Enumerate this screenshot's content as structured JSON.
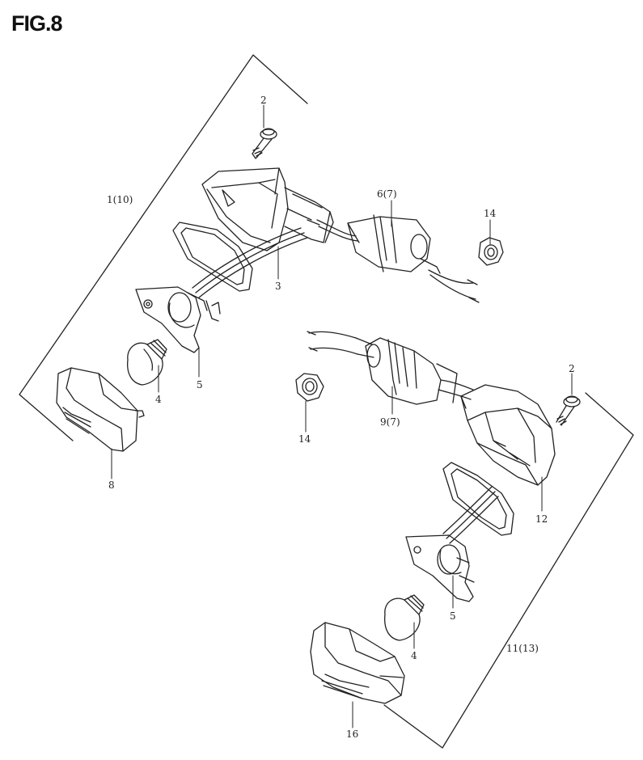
{
  "figure": {
    "title": "FIG.8"
  },
  "callouts": {
    "c1": "1(10)",
    "c2a": "2",
    "c2b": "2",
    "c3": "3",
    "c4a": "4",
    "c4b": "4",
    "c5a": "5",
    "c5b": "5",
    "c6": "6(7)",
    "c8": "8",
    "c9": "9(7)",
    "c11": "11(13)",
    "c12": "12",
    "c14a": "14",
    "c14b": "14",
    "c16": "16"
  }
}
